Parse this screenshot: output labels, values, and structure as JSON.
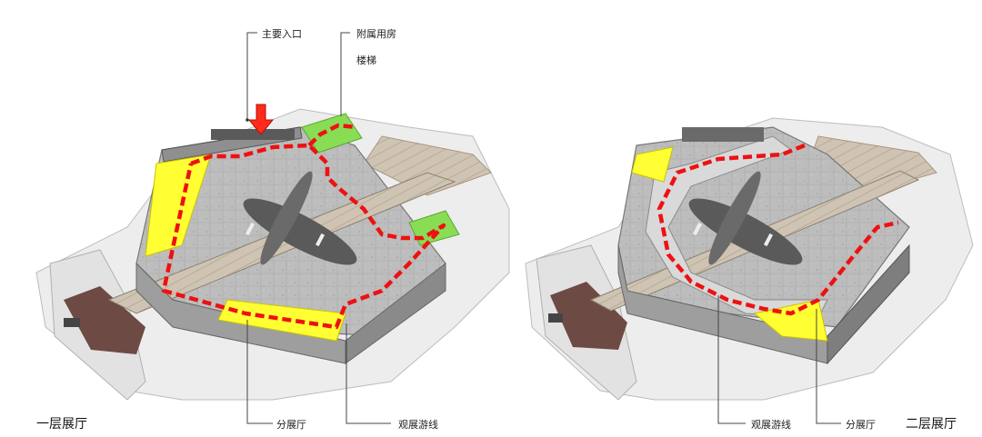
{
  "left_plan": {
    "title": "一层展厅",
    "callouts": {
      "entrance": "主要入口",
      "annex": "附属用房",
      "stairs": "楼梯",
      "sub_hall": "分展厅",
      "route": "观展游线"
    }
  },
  "right_plan": {
    "title": "二层展厅",
    "callouts": {
      "route": "观展游线",
      "sub_hall": "分展厅"
    }
  },
  "colors": {
    "sub_hall": "#ffff33",
    "annex": "#88dd55",
    "route": "#ee1111",
    "entrance_arrow": "#ff2a1a",
    "floor": "#b8b8b8",
    "wall": "#9a9a9a",
    "ground": "#ececec",
    "dark_room": "#6e4a44"
  },
  "icons": [
    "entrance-arrow-icon"
  ]
}
